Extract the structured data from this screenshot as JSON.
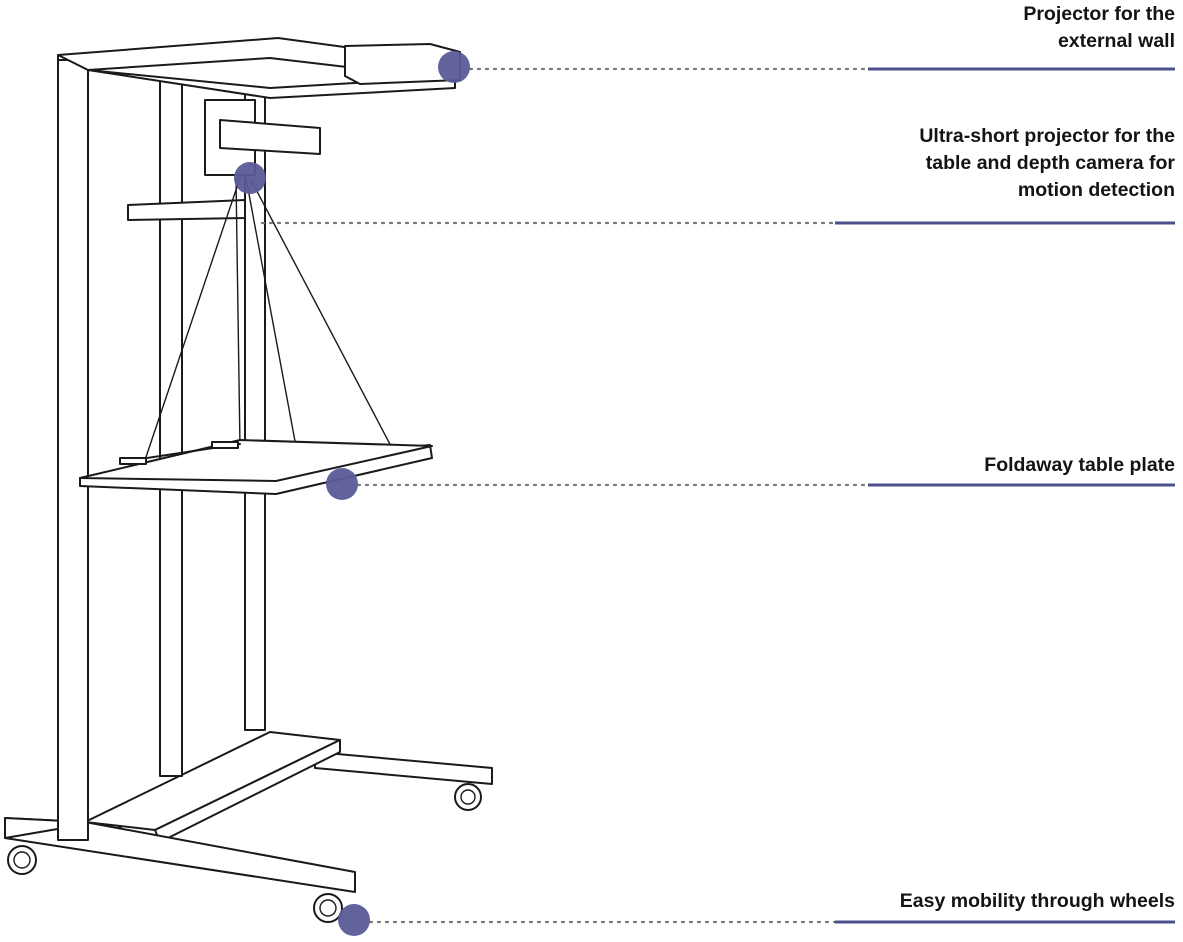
{
  "callouts": [
    {
      "id": "wall-projector",
      "lines": [
        "Projector for the",
        "external wall"
      ]
    },
    {
      "id": "ultra-short-projector",
      "lines": [
        "Ultra-short projector for the",
        "table and depth camera for",
        "motion detection"
      ]
    },
    {
      "id": "table-plate",
      "lines": [
        "Foldaway table plate"
      ]
    },
    {
      "id": "wheels",
      "lines": [
        "Easy mobility through wheels"
      ]
    }
  ],
  "colors": {
    "accent": "#4b4f8c",
    "marker": "#5a5b98",
    "line": "#1a1a1a",
    "dots": "#777777"
  }
}
